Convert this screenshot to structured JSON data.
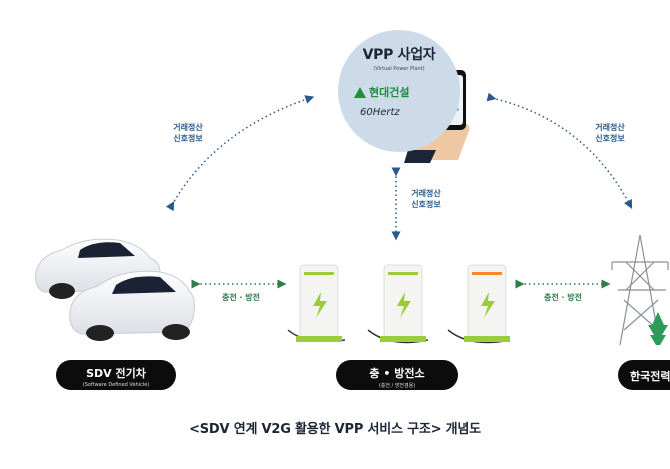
{
  "vpp": {
    "title": "VPP 사업자",
    "subtitle": "(Virtual Power Plant)",
    "company": "현대건설",
    "brand": "60Hertz"
  },
  "links": {
    "left": {
      "line1": "거래정산",
      "line2": "신호정보"
    },
    "center": {
      "line1": "거래정산",
      "line2": "신호정보"
    },
    "right": {
      "line1": "거래정산",
      "line2": "신호정보"
    }
  },
  "flows": {
    "left": "충전 · 방전",
    "right": "충전 · 방전"
  },
  "nodes": {
    "sdv": {
      "label": "SDV 전기차",
      "sub": "(Software Defined Vehicle)"
    },
    "station": {
      "label": "충 • 방전소",
      "sub": "(충전 / 방전겸용)"
    },
    "kepco": {
      "label": "한국전력"
    }
  },
  "caption": "<SDV 연계 V2G 활용한 VPP 서비스 구조> 개념도",
  "colors": {
    "accent_blue": "#2a5a8c",
    "accent_green": "#2e7d4a",
    "circle": "#cddbe9",
    "brand_green": "#1f8e3d"
  }
}
